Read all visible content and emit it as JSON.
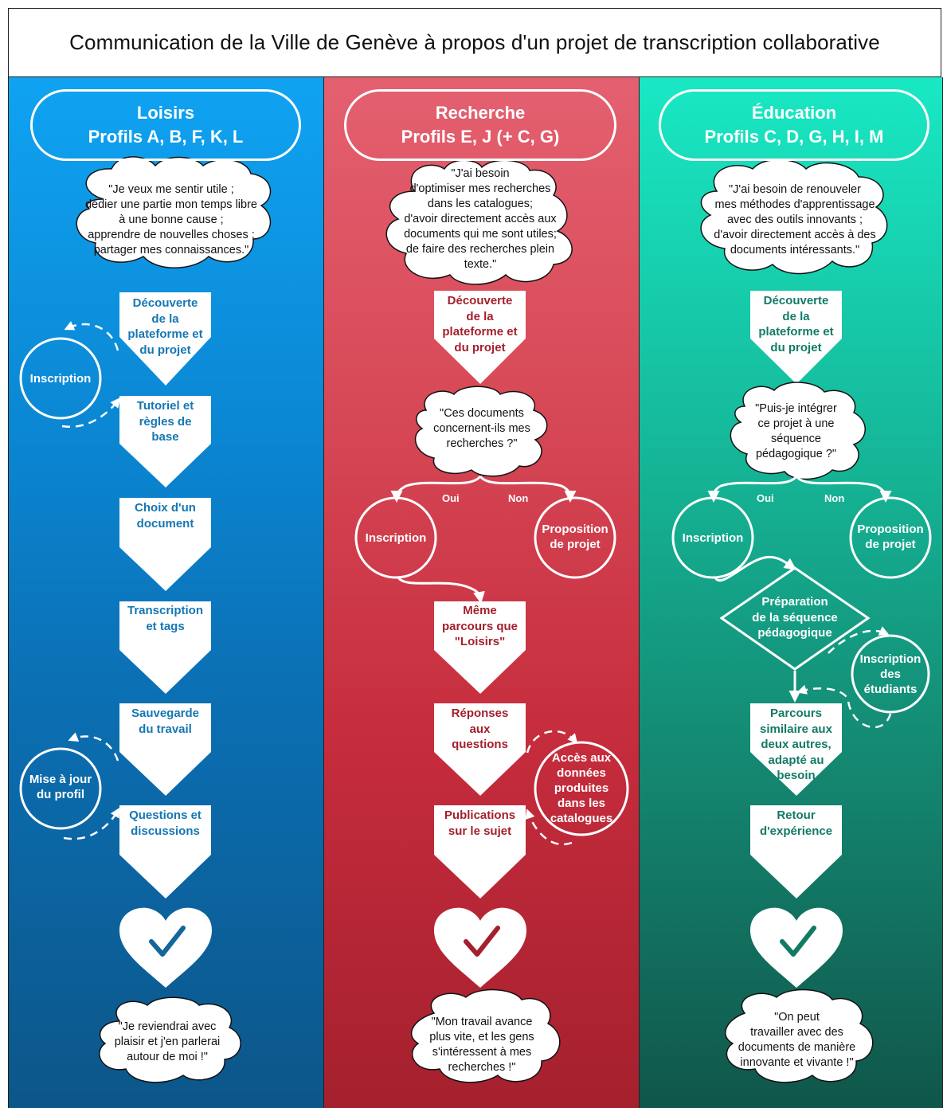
{
  "title": "Communication de la Ville de Genève à propos d'un projet de transcription collaborative",
  "colors": {
    "loisirs": "#0b86d2",
    "recherche": "#c52c3c",
    "education": "#148a73",
    "outline": "#ffffff"
  },
  "loisirs": {
    "header_line1": "Loisirs",
    "header_line2": "Profils A, B, F, K, L",
    "thought": "\"Je veux me sentir utile ;\ndédier une partie mon temps libre\nà une bonne cause ;\napprendre de nouvelles choses ;\npartager mes connaissances.\"",
    "steps": [
      "Découverte\nde la\nplateforme et\ndu projet",
      "Tutoriel et\nrègles de\nbase",
      "Choix d'un\ndocument",
      "Transcription\net tags",
      "Sauvegarde\ndu travail",
      "Questions et\ndiscussions"
    ],
    "circle_inscription": "Inscription",
    "circle_profil": "Mise à jour\ndu profil",
    "heart_icon": "heart-check-icon",
    "final_thought": "\"Je reviendrai avec\nplaisir et j'en parlerai\nautour de moi !\""
  },
  "recherche": {
    "header_line1": "Recherche",
    "header_line2": "Profils E, J (+ C, G)",
    "thought": "\"J'ai        besoin\nd'optimiser mes recherches\ndans les catalogues;\nd'avoir directement accès aux\ndocuments qui me sont utiles;\nde faire des recherches plein\ntexte.\"",
    "steps": [
      "Découverte\nde la\nplateforme et\ndu projet",
      "Même\nparcours que\n\"Loisirs\"",
      "Réponses\naux\nquestions",
      "Publications\nsur le sujet"
    ],
    "question": "\"Ces documents\nconcernent-ils mes\nrecherches ?\"",
    "label_oui": "Oui",
    "label_non": "Non",
    "circle_inscription": "Inscription",
    "circle_proposition": "Proposition\nde projet",
    "circle_acces": "Accès aux\ndonnées\nproduites\ndans les\ncatalogues",
    "heart_icon": "heart-check-icon",
    "final_thought": "\"Mon travail avance\nplus vite, et les gens\ns'intéressent à mes\nrecherches !\""
  },
  "education": {
    "header_line1": "Éducation",
    "header_line2": "Profils C, D, G, H, I, M",
    "thought": "\"J'ai besoin de renouveler\nmes méthodes d'apprentissage\navec des outils innovants ;\nd'avoir directement accès à des\ndocuments intéressants.\"",
    "steps": [
      "Découverte\nde la\nplateforme et\ndu projet",
      "Parcours\nsimilaire aux\ndeux autres,\nadapté au\nbesoin",
      "Retour\nd'expérience"
    ],
    "question": "\"Puis-je intégrer\nce projet à une\nséquence\npédagogique ?\"",
    "label_oui": "Oui",
    "label_non": "Non",
    "circle_inscription": "Inscription",
    "circle_proposition": "Proposition\nde projet",
    "diamond": "Préparation\nde la séquence\npédagogique",
    "circle_etudiants": "Inscription\ndes\nétudiants",
    "heart_icon": "heart-check-icon",
    "final_thought": "\"On peut\ntravailler avec des\ndocuments  de manière\ninnovante et vivante !\""
  }
}
